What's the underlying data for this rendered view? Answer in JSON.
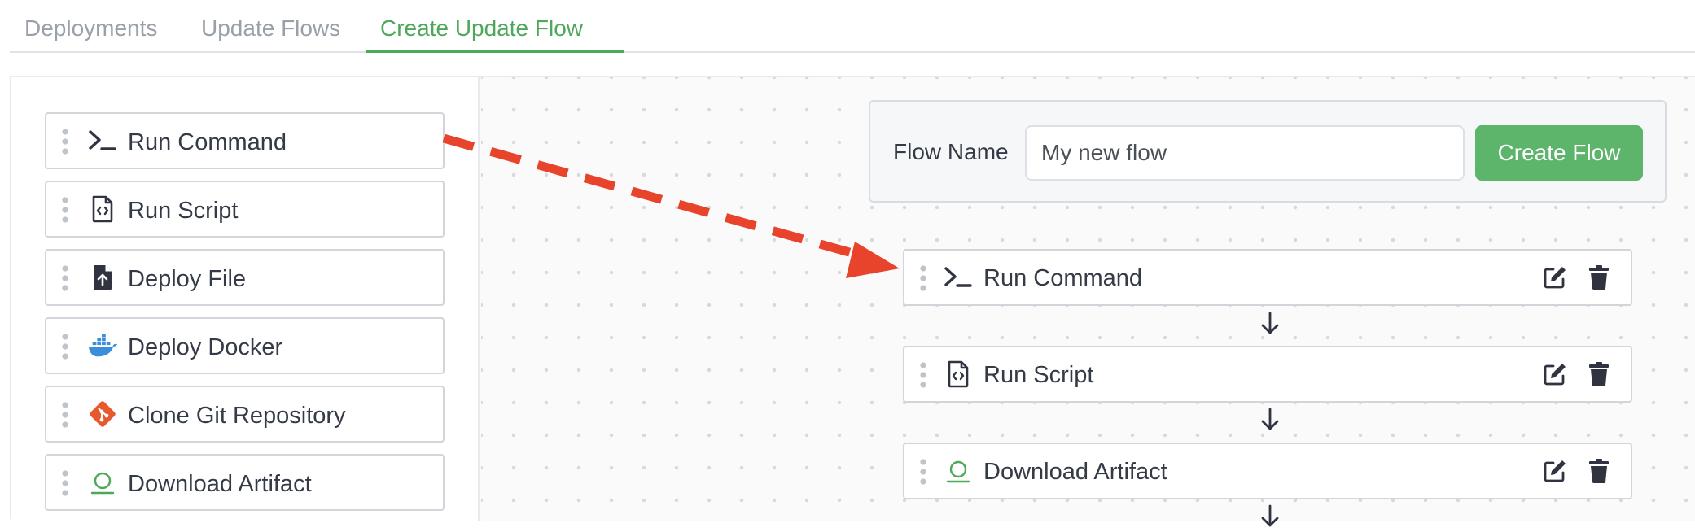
{
  "tabs": [
    {
      "label": "Deployments",
      "active": false
    },
    {
      "label": "Update Flows",
      "active": false
    },
    {
      "label": "Create Update Flow",
      "active": true
    }
  ],
  "palette": {
    "items": [
      {
        "label": "Run Command",
        "icon": "terminal-icon"
      },
      {
        "label": "Run Script",
        "icon": "file-code-icon"
      },
      {
        "label": "Deploy File",
        "icon": "file-upload-icon"
      },
      {
        "label": "Deploy Docker",
        "icon": "docker-icon"
      },
      {
        "label": "Clone Git Repository",
        "icon": "git-icon"
      },
      {
        "label": "Download Artifact",
        "icon": "artifact-icon"
      }
    ]
  },
  "flow_form": {
    "name_label": "Flow Name",
    "name_value": "My new flow",
    "create_label": "Create Flow"
  },
  "flow_steps": [
    {
      "label": "Run Command",
      "icon": "terminal-icon"
    },
    {
      "label": "Run Script",
      "icon": "file-code-icon"
    },
    {
      "label": "Download Artifact",
      "icon": "artifact-icon"
    }
  ],
  "colors": {
    "accent": "#4ea85a",
    "button": "#5cb56a",
    "drag_arrow": "#e8432b",
    "docker": "#3b8fd9",
    "git": "#e8582d"
  }
}
